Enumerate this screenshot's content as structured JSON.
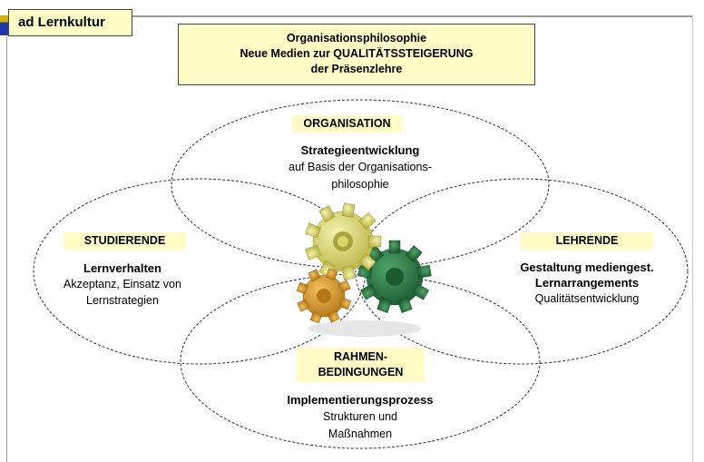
{
  "section_tag": "ad Lernkultur",
  "header": {
    "line1": "Organisationsphilosophie",
    "line2": "Neue Medien zur QUALITÄTSSTEIGERUNG",
    "line3": "der Präsenzlehre"
  },
  "organisation": {
    "tag": "ORGANISATION",
    "bold": "Strategieentwicklung",
    "line1": "auf Basis der Organisations-",
    "line2": "philosophie"
  },
  "studierende": {
    "tag": "STUDIERENDE",
    "bold": "Lernverhalten",
    "line1": "Akzeptanz, Einsatz von",
    "line2": "Lernstrategien"
  },
  "lehrende": {
    "tag": "LEHRENDE",
    "bold1": "Gestaltung mediengest.",
    "bold2": "Lernarrangements",
    "line1": "Qualitätsentwicklung"
  },
  "rahmen": {
    "tag1": "RAHMEN-",
    "tag2": "BEDINGUNGEN",
    "bold": "Implementierungsprozess",
    "line1": "Strukturen und",
    "line2": "Maßnahmen"
  },
  "colors": {
    "tag_fill": "#fffcc6",
    "gear_yellow": "#d8d46a",
    "gear_green": "#2e7a45",
    "gear_orange": "#d99a2e"
  },
  "icons": [
    "gears-icon"
  ]
}
